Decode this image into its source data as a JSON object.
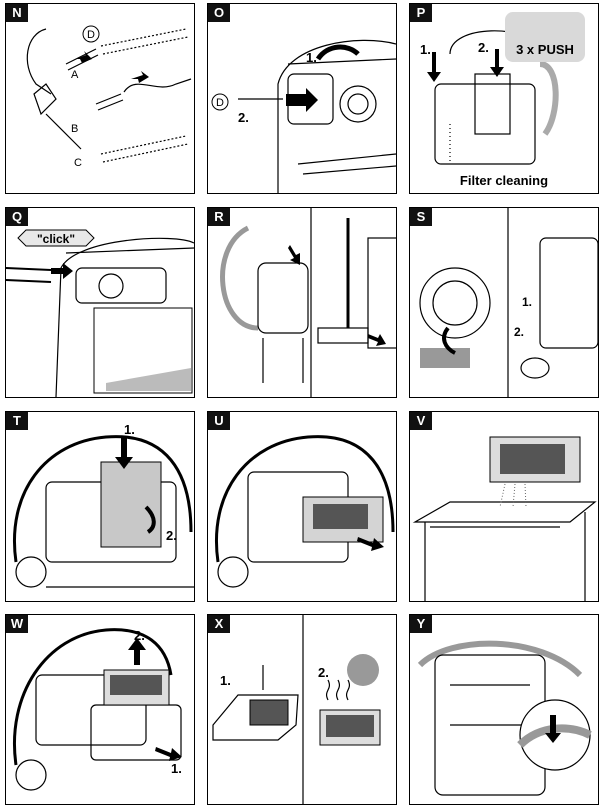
{
  "panels": [
    {
      "id": "N",
      "texts": {
        "d": "D",
        "a": "A",
        "b": "B",
        "c": "C"
      }
    },
    {
      "id": "O",
      "texts": {
        "d": "D",
        "step1": "1.",
        "step2": "2."
      }
    },
    {
      "id": "P",
      "texts": {
        "step1": "1.",
        "step2": "2.",
        "push": "3 x PUSH",
        "caption": "Filter cleaning"
      }
    },
    {
      "id": "Q",
      "texts": {
        "click": "\"click\""
      }
    },
    {
      "id": "R",
      "texts": {}
    },
    {
      "id": "S",
      "texts": {
        "step1": "1.",
        "step2": "2."
      }
    },
    {
      "id": "T",
      "texts": {
        "step1": "1.",
        "step2": "2."
      }
    },
    {
      "id": "U",
      "texts": {}
    },
    {
      "id": "V",
      "texts": {}
    },
    {
      "id": "W",
      "texts": {
        "step1": "1.",
        "step2": "2."
      }
    },
    {
      "id": "X",
      "texts": {
        "step1": "1.",
        "step2": "2."
      }
    },
    {
      "id": "Y",
      "texts": {}
    }
  ]
}
